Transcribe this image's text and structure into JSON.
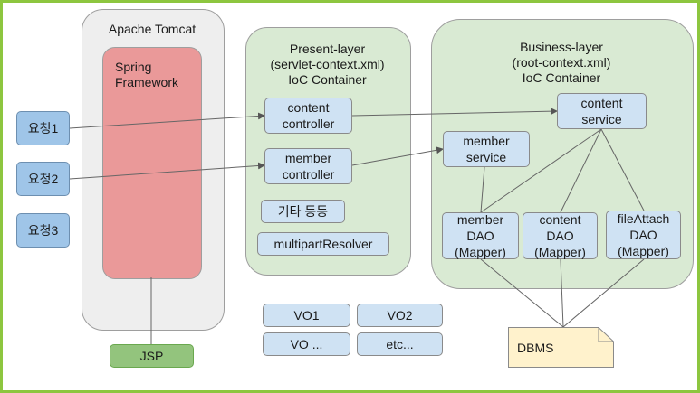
{
  "regions": {
    "tomcat": "Apache Tomcat",
    "spring": [
      "Spring",
      "Framework"
    ],
    "present": [
      "Present-layer",
      "(servlet-context.xml)",
      "IoC Container"
    ],
    "business": [
      "Business-layer",
      "(root-context.xml)",
      "IoC Container"
    ]
  },
  "requests": [
    "요청1",
    "요청2",
    "요청3"
  ],
  "present_boxes": {
    "content_controller": [
      "content",
      "controller"
    ],
    "member_controller": [
      "member",
      "controller"
    ],
    "etc": "기타 등등",
    "multipart": "multipartResolver"
  },
  "business_boxes": {
    "content_service": [
      "content",
      "service"
    ],
    "member_service": [
      "member",
      "service"
    ],
    "member_dao": [
      "member",
      "DAO",
      "(Mapper)"
    ],
    "content_dao": [
      "content",
      "DAO",
      "(Mapper)"
    ],
    "fileattach_dao": [
      "fileAttach",
      "DAO",
      "(Mapper)"
    ]
  },
  "vo_boxes": [
    "VO1",
    "VO2",
    "VO ...",
    "etc..."
  ],
  "jsp": "JSP",
  "dbms": "DBMS"
}
